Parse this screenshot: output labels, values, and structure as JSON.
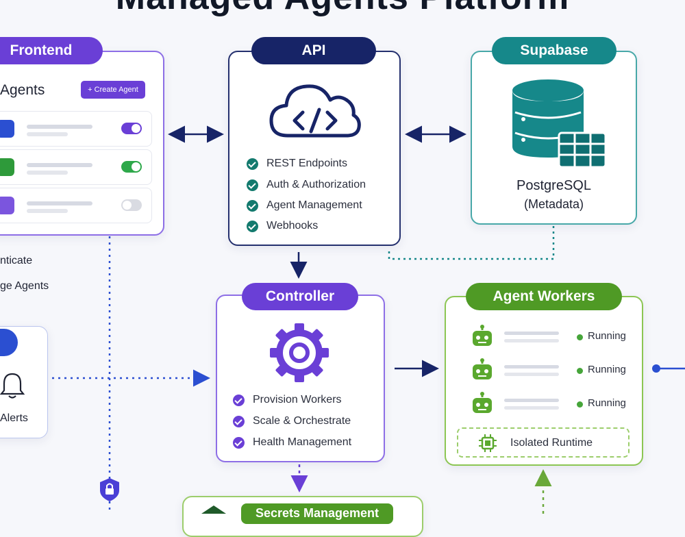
{
  "frontend": {
    "label": "Frontend",
    "list_title": "Agents",
    "create_button": "+ Create Agent",
    "side_items": [
      "nticate",
      "ge Agents"
    ],
    "alerts_label": "Alerts"
  },
  "api": {
    "label": "API",
    "features": [
      "REST Endpoints",
      "Auth & Authorization",
      "Agent Management",
      "Webhooks"
    ]
  },
  "supabase": {
    "label": "Supabase",
    "db_name": "PostgreSQL",
    "db_desc": "(Metadata)"
  },
  "controller": {
    "label": "Controller",
    "features": [
      "Provision Workers",
      "Scale & Orchestrate",
      "Health Management"
    ]
  },
  "workers": {
    "label": "Agent Workers",
    "items": [
      {
        "status": "Running"
      },
      {
        "status": "Running"
      },
      {
        "status": "Running"
      }
    ],
    "runtime_label": "Isolated Runtime"
  },
  "secrets": {
    "label": "Secrets Management"
  },
  "colors": {
    "purple": "#6a3fd6",
    "navy": "#172467",
    "teal": "#16888a",
    "green": "#4f9a25",
    "blue": "#2b4fd1"
  }
}
